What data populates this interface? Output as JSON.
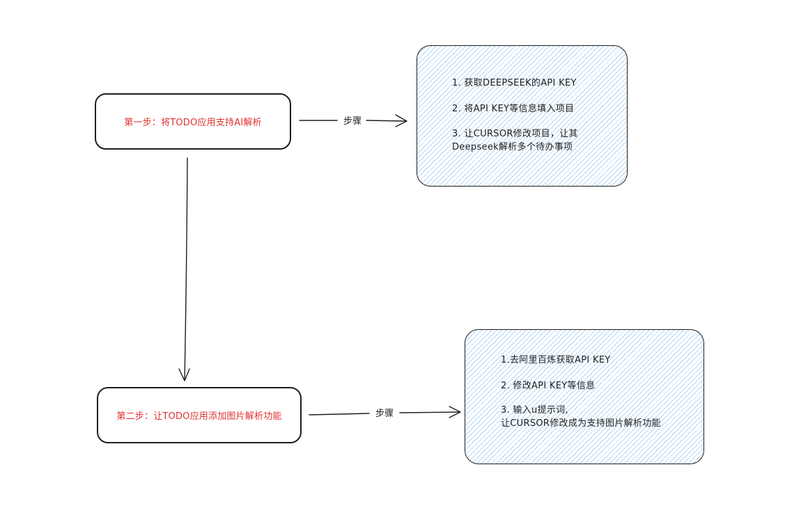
{
  "colors": {
    "stroke": "#1e1e1e",
    "step_text": "#e03131",
    "hatch": "#74b9f0"
  },
  "step1": {
    "label": "第一步：将TODO应用支持AI解析"
  },
  "step2": {
    "label": "第二步：让TODO应用添加图片解析功能"
  },
  "edge1": {
    "label": "步骤"
  },
  "edge2": {
    "label": "步骤"
  },
  "detail1": {
    "lines": [
      "1. 获取DEEPSEEK的API KEY",
      "2. 将API KEY等信息填入项目",
      "3. 让CURSOR修改项目，让其",
      "Deepseek解析多个待办事项"
    ]
  },
  "detail2": {
    "lines": [
      "1.去阿里百炼获取API KEY",
      "2. 修改API KEY等信息",
      "3. 输入u提示词,",
      "让CURSOR修改成为支持图片解析功能"
    ]
  }
}
